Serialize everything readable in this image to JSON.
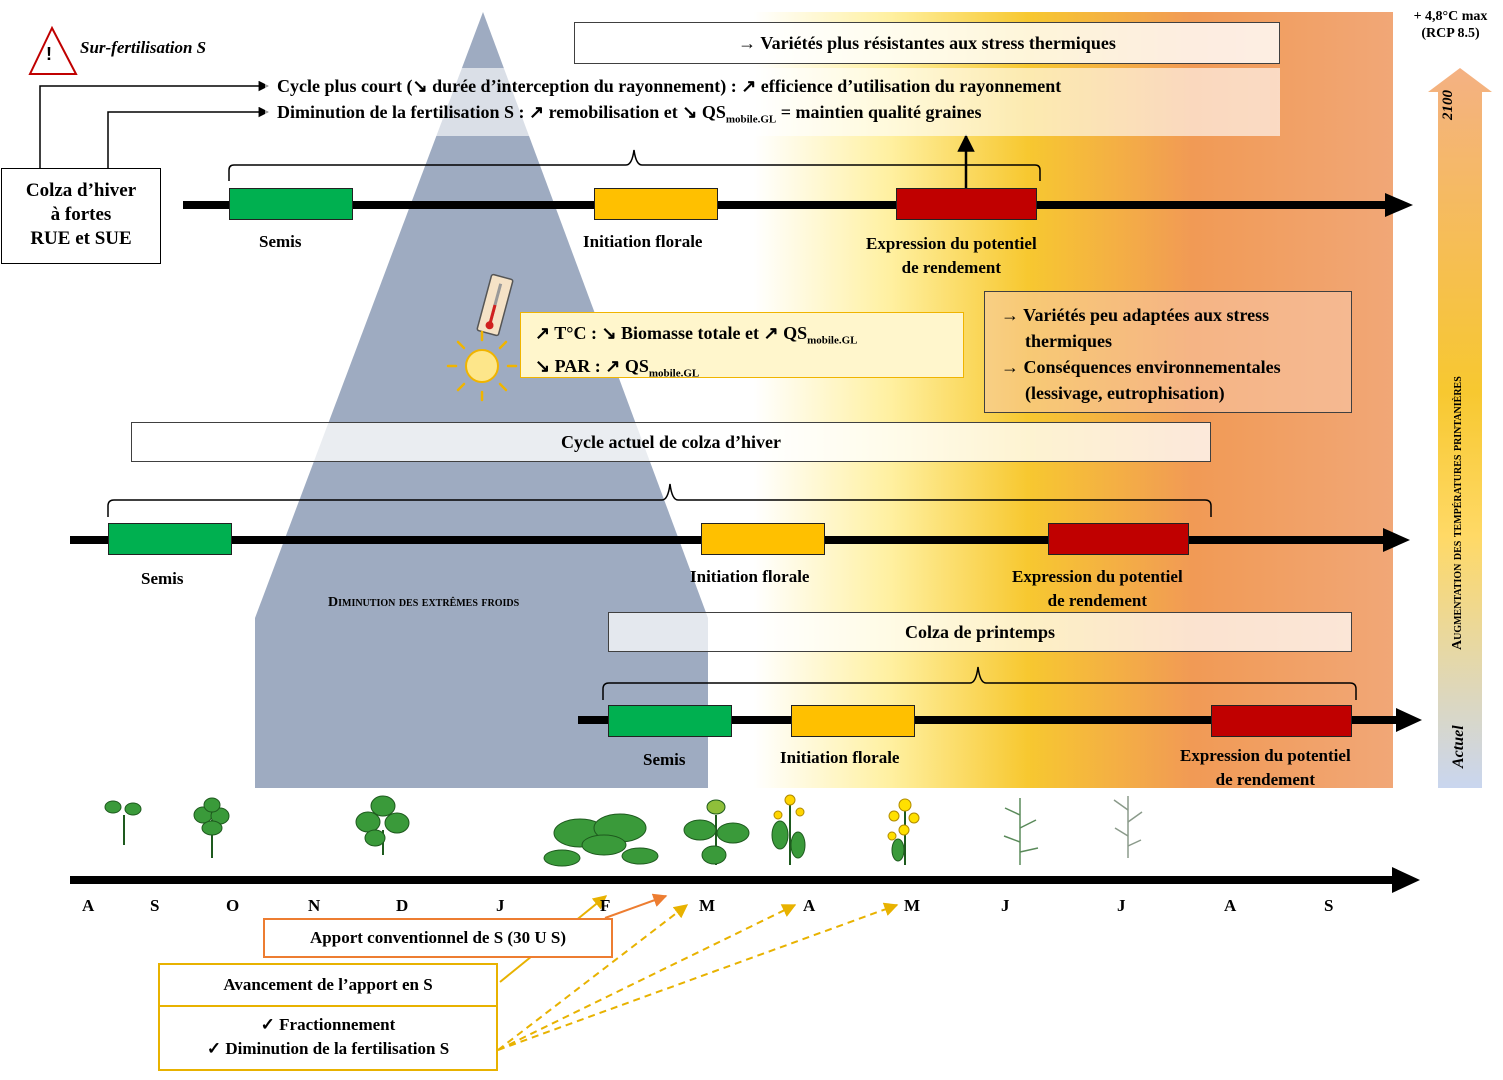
{
  "colors": {
    "green": "#00b050",
    "yellow": "#ffc000",
    "red": "#c00000",
    "cold_triangle": "#8393b0",
    "arrow_orange": "#ed7d31",
    "dash_gold": "#e8b200",
    "box_gold": "#e8b200"
  },
  "icons": [
    "warning-triangle-icon",
    "thermometer-icon",
    "sun-icon",
    "rapeseed-plant-icon"
  ],
  "warning": {
    "mark": "!",
    "label": "Sur-fertilisation S"
  },
  "ghg": {
    "line1": "+ 4,8°C max",
    "line2": "(RCP 8.5)"
  },
  "vertical_axis": {
    "top": "2100",
    "label": "Augmentation des températures printanières",
    "bottom": "Actuel"
  },
  "future": {
    "banner": "→ Variétés plus résistantes aux stress thermiques",
    "line1": "Cycle plus court (↘ durée d’interception du rayonnement) : ↗ efficience d’utilisation du rayonnement",
    "line2_a": "Diminution de la fertilisation S : ↗ remobilisation et ↘ QS",
    "line2_sub": "mobile.GL",
    "line2_b": " = maintien qualité graines",
    "colza_box": [
      "Colza d’hiver",
      "à fortes",
      "RUE et SUE"
    ],
    "semis": "Semis",
    "initiation": "Initiation florale",
    "expression": [
      "Expression du potentiel",
      "de rendement"
    ]
  },
  "climate_box": {
    "l1_a": "↗ T°C : ↘ Biomasse totale et ↗ QS",
    "l1_sub": "mobile.GL",
    "l2_a": "↘ PAR : ↗ QS",
    "l2_sub": "mobile.GL"
  },
  "consequences": [
    "→ Variétés peu adaptées aux stress",
    "thermiques",
    "→ Conséquences environnementales",
    "(lessivage, eutrophisation)"
  ],
  "current": {
    "banner": "Cycle actuel de colza d’hiver",
    "semis": "Semis",
    "initiation": "Initiation florale",
    "expression": [
      "Expression du potentiel",
      "de rendement"
    ]
  },
  "cold": {
    "label": "Diminution des extrêmes froids"
  },
  "spring": {
    "banner": "Colza de printemps",
    "semis": "Semis",
    "initiation": "Initiation florale",
    "expression": [
      "Expression du potentiel",
      "de rendement"
    ]
  },
  "months": [
    "A",
    "S",
    "O",
    "N",
    "D",
    "J",
    "F",
    "M",
    "A",
    "M",
    "J",
    "J",
    "A",
    "S"
  ],
  "apport": "Apport conventionnel de S (30 U S)",
  "avancement": {
    "title": "Avancement de l’apport en S",
    "items": [
      "✓  Fractionnement",
      "✓  Diminution de la fertilisation S"
    ]
  }
}
